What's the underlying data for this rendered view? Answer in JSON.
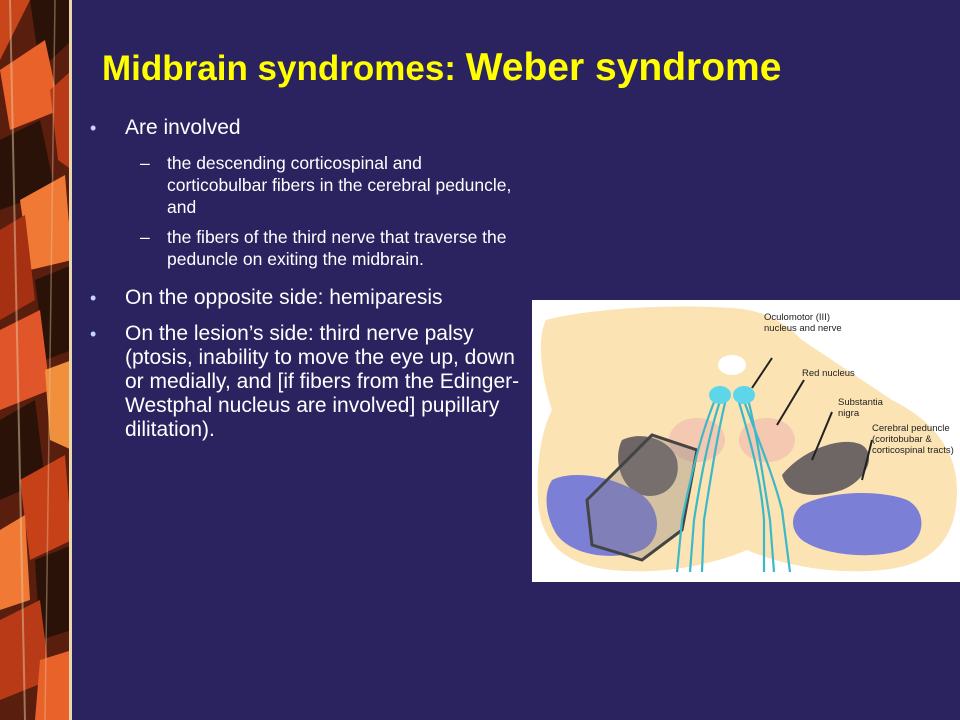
{
  "slide": {
    "title_part1": "Midbrain syndromes: ",
    "title_part2": "Weber syndrome",
    "bullets": [
      {
        "text": "Are involved",
        "sub": [
          "the descending corticospinal and corticobulbar fibers in the cerebral peduncle, and",
          "the fibers of the third nerve that traverse the peduncle on exiting the midbrain."
        ]
      },
      {
        "text": "On the opposite side: hemiparesis"
      },
      {
        "text": "On the lesion’s side: third nerve palsy (ptosis, inability to move the eye up, down or medially, and [if fibers from the Edinger-Westphal nucleus are involved] pupillary dilitation)."
      }
    ],
    "bullet_symbol": "•",
    "dash_symbol": "–"
  },
  "figure": {
    "labels": {
      "oculomotor": "Oculomotor (III) nucleus and nerve",
      "red_nucleus": "Red nucleus",
      "substantia_nigra": "Substantia nigra",
      "cerebral_peduncle": "Cerebral peduncle (coritobubar & corticospinal tracts)"
    }
  },
  "colors": {
    "background": "#2b2260",
    "title": "#ffff00",
    "text": "#ffffff"
  }
}
